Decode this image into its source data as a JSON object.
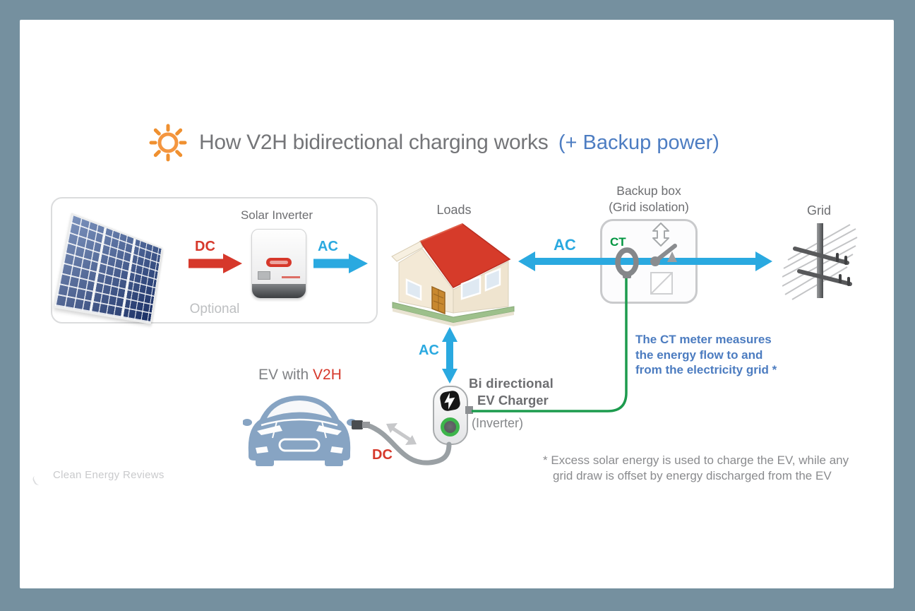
{
  "frame": {
    "bg_color": "#75909f",
    "card_color": "#ffffff"
  },
  "title": {
    "text": "How V2H bidirectional charging works",
    "suffix": "(+ Backup power)",
    "text_color": "#747578",
    "suffix_color": "#4d7dc2"
  },
  "solar": {
    "inverter_label": "Solar Inverter",
    "dc_label": "DC",
    "ac_label": "AC",
    "optional_label": "Optional"
  },
  "loads": {
    "label": "Loads"
  },
  "backup": {
    "title": "Backup box",
    "subtitle": "(Grid isolation)",
    "ct_label": "CT"
  },
  "grid": {
    "label": "Grid"
  },
  "ac_main": {
    "label": "AC"
  },
  "ac_house_charger": {
    "label": "AC"
  },
  "ev": {
    "prefix": "EV with ",
    "highlight": "V2H",
    "dc_label": "DC"
  },
  "charger": {
    "line1": "Bi directional",
    "line2": "EV Charger",
    "line3": "(Inverter)"
  },
  "ct_note": {
    "line1": "The CT meter measures",
    "line2": "the energy flow to and",
    "line3": "from the electricity grid *"
  },
  "footnote": {
    "line1": "* Excess solar energy is used to charge the EV, while any",
    "line2": "grid draw is offset by energy discharged from the EV"
  },
  "watermark": {
    "text": "Clean Energy Reviews"
  },
  "colors": {
    "ac_blue": "#2aa9e0",
    "dc_red": "#d6382b",
    "cable_green": "#1d9b4e",
    "ct_green": "#009540",
    "note_blue": "#4c7cc0",
    "text_gray": "#6d6e71",
    "light_gray": "#bdbfc1",
    "sun_orange": "#f0953f"
  }
}
